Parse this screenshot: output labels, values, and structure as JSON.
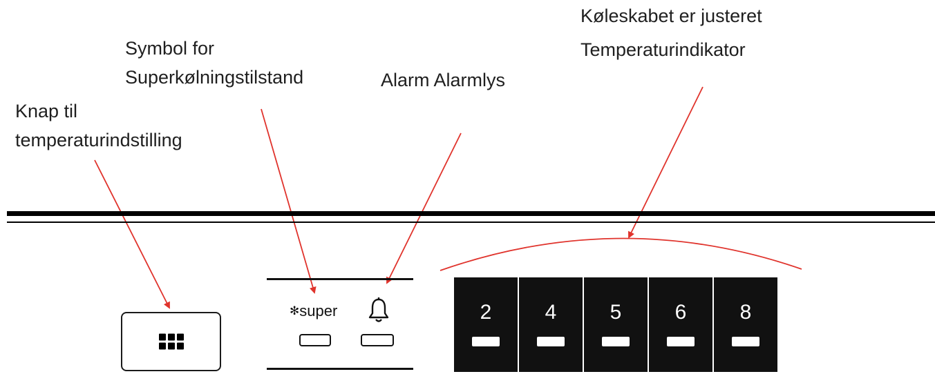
{
  "labels": {
    "temp_button": [
      "Knap til",
      "temperaturindstilling"
    ],
    "super_symbol": [
      "Symbol for",
      "Superkølningstilstand"
    ],
    "alarm": "Alarm Alarmlys",
    "temp_indicator": [
      "Køleskabet er justeret",
      "Temperaturindikator"
    ]
  },
  "panel": {
    "super_text": "super",
    "snowflake_glyph": "✻",
    "temperatures": [
      "2",
      "4",
      "5",
      "6",
      "8"
    ]
  },
  "colors": {
    "arrow": "#e0332c",
    "panel": "#111111",
    "text": "#1f1f1f"
  },
  "icons": [
    "grid-icon",
    "snowflake-icon",
    "bell-icon"
  ]
}
